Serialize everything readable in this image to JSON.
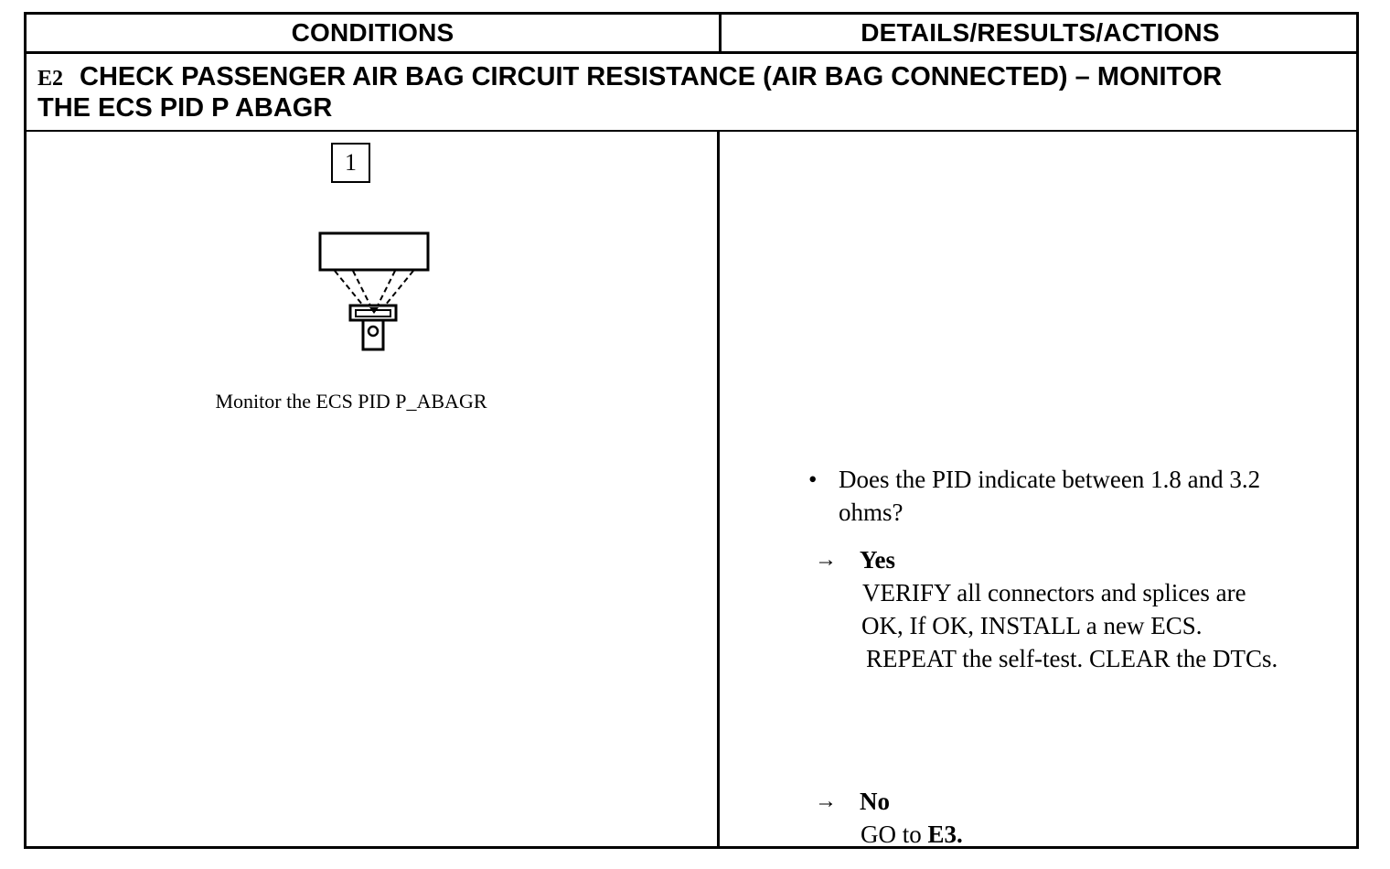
{
  "table": {
    "header_left": "CONDITIONS",
    "header_right": "DETAILS/RESULTS/ACTIONS"
  },
  "step": {
    "number": "E2",
    "title_line1": "CHECK PASSENGER AIR BAG CIRCUIT RESISTANCE (AIR BAG CONNECTED) – MONITOR",
    "title_line2": "THE ECS PID P  ABAGR"
  },
  "conditions": {
    "figure_number": "1",
    "figure_icon": "scan-tool-connector-icon",
    "caption": "Monitor the ECS PID P_ABAGR"
  },
  "details": {
    "bullet": "•",
    "question_line1": "Does the PID indicate between 1.8 and 3.2",
    "question_line2": "ohms?",
    "arrow": "→",
    "yes_label": "Yes",
    "yes_line1": "VERIFY all connectors and splices are",
    "yes_line2": "OK, If OK, INSTALL a new ECS.",
    "yes_line3": "REPEAT the self-test. CLEAR the DTCs.",
    "no_label": "No",
    "no_prefix": "GO to ",
    "no_target": "E3."
  }
}
